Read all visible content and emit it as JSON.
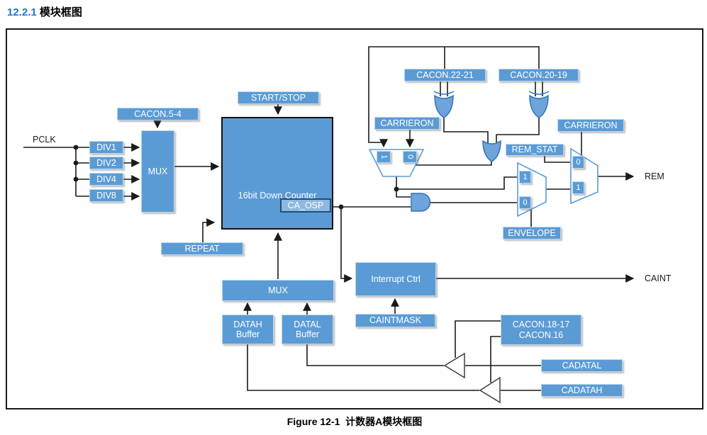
{
  "page": {
    "section_number": "12.2.1",
    "section_title": " 模块框图",
    "figure_caption": "Figure 12-1  计数器A模块框图"
  },
  "signals": {
    "pclk": "PCLK",
    "rem": "REM",
    "caint": "CAINT"
  },
  "blocks": {
    "cacon_5_4": "CACON.5-4",
    "div1": "DIV1",
    "div2": "DIV2",
    "div4": "DIV4",
    "div8": "DIV8",
    "clk_mux": "MUX",
    "start_stop": "START/STOP",
    "counter": "16bit Down Counter",
    "ca_osp": "CA_OSP",
    "repeat": "REPEAT",
    "cacon_22_21": "CACON.22-21",
    "cacon_20_19": "CACON.20-19",
    "carrieron_left": "CARRIERON",
    "carrieron_right": "CARRIERON",
    "rem_stat": "REM_STAT",
    "envelope": "ENVELOPE",
    "interrupt_ctrl": "Interrupt Ctrl",
    "caintmask": "CAINTMASK",
    "data_mux": "MUX",
    "datah_line1": "DATAH",
    "datah_line2": "Buffer",
    "datal_line1": "DATAL",
    "datal_line2": "Buffer",
    "cacon_18_17": "CACON.18-17",
    "cacon_16": "CACON.16",
    "cadatal": "CADATAL",
    "cadatah": "CADATAH"
  },
  "mux_inputs": {
    "one": "1",
    "zero": "0"
  },
  "colors": {
    "block_fill": "#5B9BD5",
    "block_border": "#BDD7EE",
    "ca_osp_fill": "#8FB8E0",
    "ca_osp_border": "#1F4E79",
    "gate_fill": "#6FA3DB",
    "gate_stroke": "#2E75B6",
    "mux_outline": "#5B9BD5",
    "wire": "#1A1A1A",
    "heading_blue": "#2175C5"
  }
}
